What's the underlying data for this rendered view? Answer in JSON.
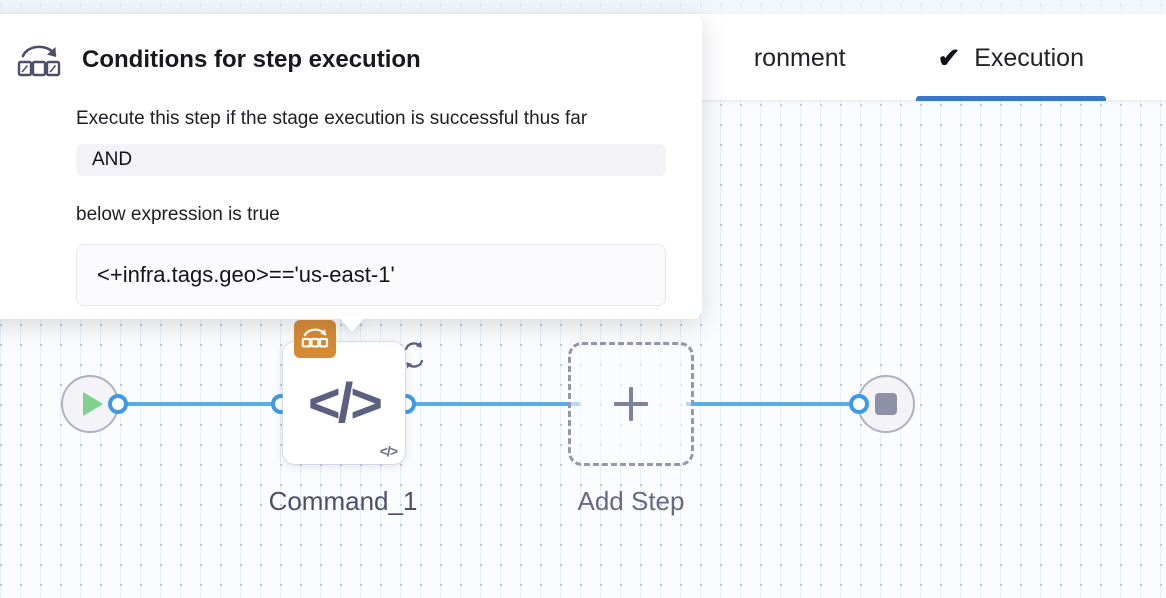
{
  "header": {
    "tabs": [
      {
        "label": "ronment",
        "icon": "",
        "active": false,
        "name": "tab-environment"
      },
      {
        "label": "Execution",
        "icon": "check-icon",
        "active": true,
        "name": "tab-execution"
      }
    ],
    "active_tab_underline_color": "#3776c8"
  },
  "popover": {
    "icon": "conditional-execution-icon",
    "title": "Conditions for step execution",
    "line_1": "Execute this step if the stage execution is successful thus far",
    "operator": "AND",
    "line_2": "below expression is true",
    "expression": "<+infra.tags.geo>=='us-east-1'"
  },
  "flow": {
    "start_node": {
      "icon": "play-icon",
      "name": "pipeline-start-node"
    },
    "end_node": {
      "icon": "stop-icon",
      "name": "pipeline-end-node"
    },
    "step": {
      "label": "Command_1",
      "center_icon": "</>",
      "corner_icon": "</>",
      "loop_icon": "retry-loop-icon",
      "condition_badge_icon": "conditional-execution-icon",
      "condition_badge_color": "#d68a33"
    },
    "add_step": {
      "label": "Add Step",
      "icon": "plus-icon"
    },
    "edge_color": "#5aaee8",
    "port_color": "#3f9ae5"
  }
}
